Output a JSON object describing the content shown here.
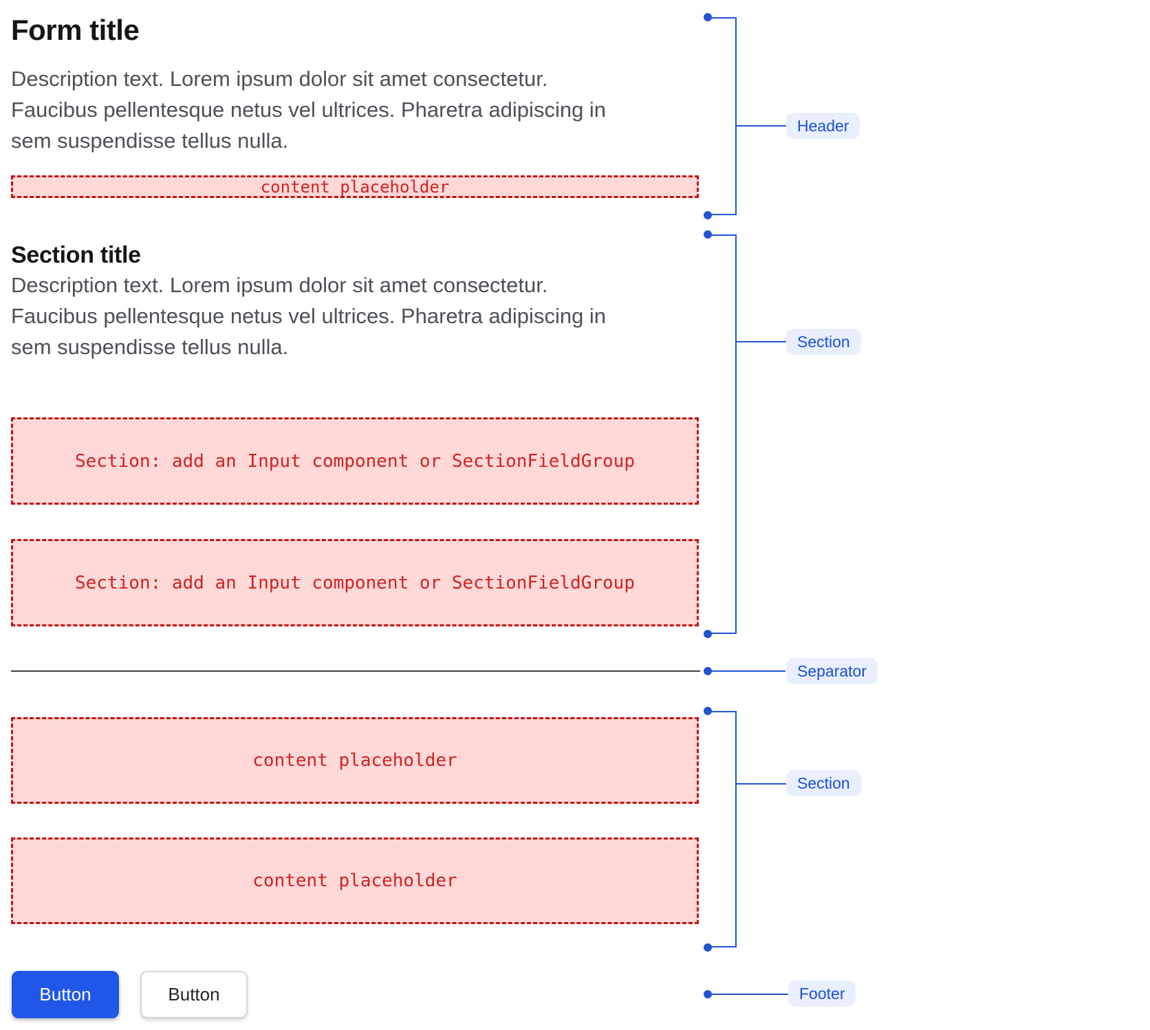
{
  "header": {
    "title": "Form title",
    "description_lines": [
      "Description text. Lorem ipsum dolor sit amet consectetur.",
      "Faucibus pellentesque netus vel ultrices. Pharetra adipiscing in",
      "sem suspendisse tellus nulla."
    ],
    "placeholder": "content placeholder"
  },
  "section1": {
    "title": "Section title",
    "description_lines": [
      "Description text. Lorem ipsum dolor sit amet consectetur.",
      "Faucibus pellentesque netus vel ultrices. Pharetra adipiscing in",
      "sem suspendisse tellus nulla."
    ],
    "placeholders": [
      "Section: add an Input component or SectionFieldGroup",
      "Section: add an Input component or SectionFieldGroup"
    ]
  },
  "section2": {
    "placeholders": [
      "content placeholder",
      "content placeholder"
    ]
  },
  "footer": {
    "buttons": [
      {
        "label": "Button",
        "variant": "primary"
      },
      {
        "label": "Button",
        "variant": "secondary"
      }
    ]
  },
  "annotations": {
    "header_label": "Header",
    "section1_label": "Section",
    "separator_label": "Separator",
    "section2_label": "Section",
    "footer_label": "Footer"
  },
  "colors": {
    "annotation_blue": "#2253d4",
    "annotation_pill_bg": "#e9effe",
    "placeholder_pink": "#ffd8d8",
    "placeholder_border_red": "#c51111",
    "placeholder_text_red": "#d32222",
    "primary_button_blue": "#2057e8",
    "separator_gray": "#3e4046"
  }
}
